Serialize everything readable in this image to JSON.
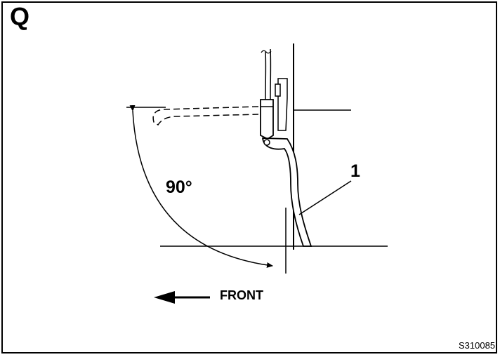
{
  "labels": {
    "corner_letter": "Q",
    "angle": "90°",
    "part_number": "1",
    "direction": "FRONT",
    "figure_code": "S310085"
  },
  "colors": {
    "line": "#000000",
    "background": "#ffffff"
  },
  "icons": {
    "direction_arrow": "left-arrow-icon"
  }
}
